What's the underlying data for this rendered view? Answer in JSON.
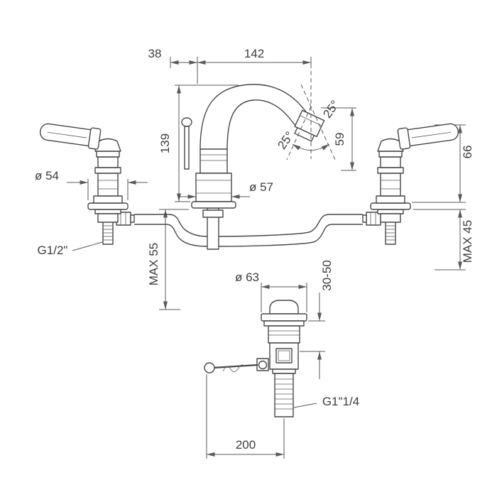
{
  "dims": {
    "offset_38": "38",
    "reach_142": "142",
    "height_139": "139",
    "angle_left": "25°",
    "angle_right": "25°",
    "outlet_59": "59",
    "handle_66": "66",
    "dia_54": "ø 54",
    "dia_57": "ø 57",
    "max_45": "MAX 45",
    "thread_g12": "G1/2\"",
    "max_55": "MAX 55",
    "dia_63": "ø 63",
    "range_3050": "30-50",
    "thread_g114": "G1\"1/4",
    "rod_200": "200"
  }
}
